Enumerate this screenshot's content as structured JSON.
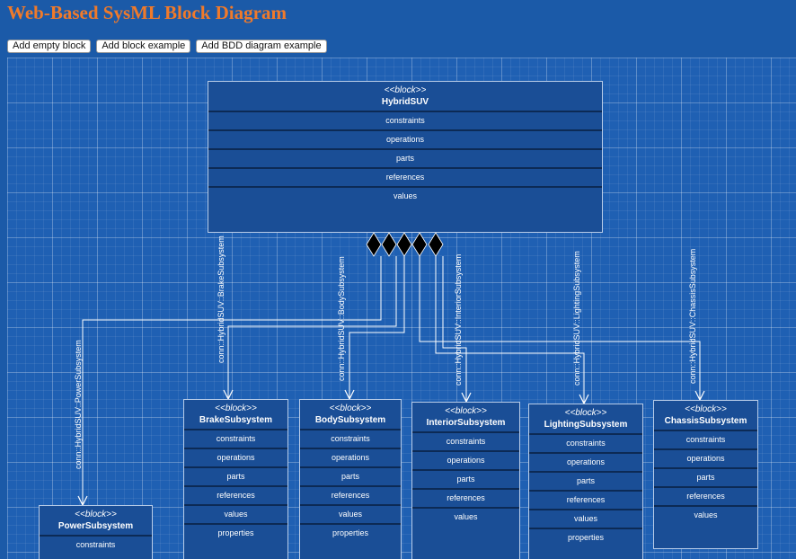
{
  "title": "Web-Based SysML Block Diagram",
  "toolbar": {
    "add_empty_block": "Add empty block",
    "add_block_example": "Add block example",
    "add_bdd_example": "Add BDD diagram example"
  },
  "colors": {
    "title": "#f07a2a",
    "page_background": "#1b5aa8",
    "block_fill": "#1a4e96",
    "block_border": "#b8cce8",
    "line": "#ffffff",
    "diamond": "#000000"
  },
  "diagram": {
    "blocks": [
      {
        "id": "hybrid",
        "stereotype": "<<block>>",
        "name": "HybridSUV",
        "compartments": [
          "constraints",
          "operations",
          "parts",
          "references",
          "values"
        ]
      },
      {
        "id": "brake",
        "stereotype": "<<block>>",
        "name": "BrakeSubsystem",
        "compartments": [
          "constraints",
          "operations",
          "parts",
          "references",
          "values",
          "properties"
        ]
      },
      {
        "id": "body",
        "stereotype": "<<block>>",
        "name": "BodySubsystem",
        "compartments": [
          "constraints",
          "operations",
          "parts",
          "references",
          "values",
          "properties"
        ]
      },
      {
        "id": "interior",
        "stereotype": "<<block>>",
        "name": "InteriorSubsystem",
        "compartments": [
          "constraints",
          "operations",
          "parts",
          "references",
          "values"
        ]
      },
      {
        "id": "lighting",
        "stereotype": "<<block>>",
        "name": "LightingSubsystem",
        "compartments": [
          "constraints",
          "operations",
          "parts",
          "references",
          "values",
          "properties"
        ]
      },
      {
        "id": "chassis",
        "stereotype": "<<block>>",
        "name": "ChassisSubsystem",
        "compartments": [
          "constraints",
          "operations",
          "parts",
          "references",
          "values"
        ]
      },
      {
        "id": "power",
        "stereotype": "<<block>>",
        "name": "PowerSubsystem",
        "compartments": [
          "constraints"
        ]
      }
    ],
    "connections": [
      {
        "id": "power",
        "label": "conn::HybridSUV::PowerSubsystem"
      },
      {
        "id": "brake",
        "label": "conn::HybridSUV::BrakeSubsystem"
      },
      {
        "id": "body",
        "label": "conn::HybridSUV::BodySubsystem"
      },
      {
        "id": "interior",
        "label": "conn::HybridSUV::InteriorSubsystem"
      },
      {
        "id": "lighting",
        "label": "conn::HybridSUV::LightingSubsystem"
      },
      {
        "id": "chassis",
        "label": "conn::HybridSUV::ChassisSubsystem"
      }
    ]
  }
}
